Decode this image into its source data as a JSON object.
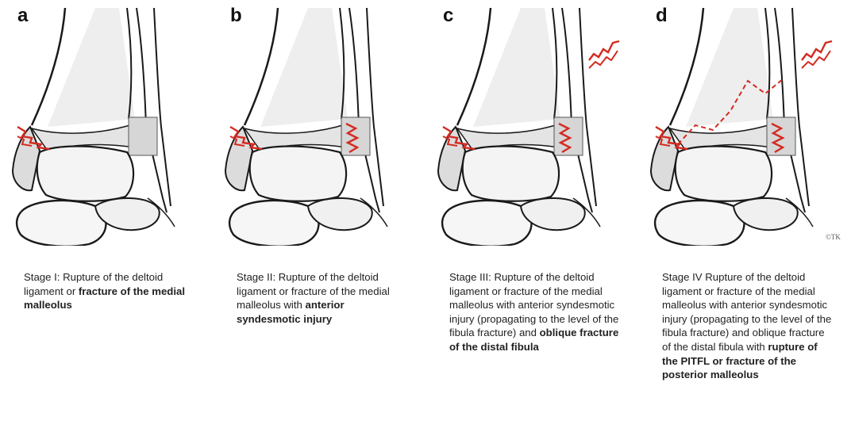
{
  "panels": [
    {
      "letter": "a",
      "caption": [
        {
          "text": "Stage I: Rupture of the deltoid ligament or ",
          "bold": false
        },
        {
          "text": "fracture of the medial malleolus",
          "bold": true
        }
      ]
    },
    {
      "letter": "b",
      "caption": [
        {
          "text": "Stage II: Rupture of the deltoid ligament or fracture of the medial malleolus with ",
          "bold": false
        },
        {
          "text": "anterior syndesmotic injury",
          "bold": true
        }
      ]
    },
    {
      "letter": "c",
      "caption": [
        {
          "text": "Stage III: Rupture of the deltoid ligament or fracture of the medial malleolus with anterior syndesmotic injury (propagating to the level of the fibula fracture) and ",
          "bold": false
        },
        {
          "text": "oblique fracture of the distal fibula",
          "bold": true
        }
      ]
    },
    {
      "letter": "d",
      "caption": [
        {
          "text": "Stage IV Rupture of the deltoid ligament or fracture of the medial malleolus with anterior syndesmotic injury (propagating to the level of the fibula fracture) and oblique fracture of the distal fibula with ",
          "bold": false
        },
        {
          "text": "rupture of the PITFL or fracture of the posterior malleolus",
          "bold": true
        }
      ]
    }
  ],
  "colors": {
    "injury": "#d42a20",
    "outline": "#1a1a1a",
    "bone_shade": "#c9c9c9"
  }
}
